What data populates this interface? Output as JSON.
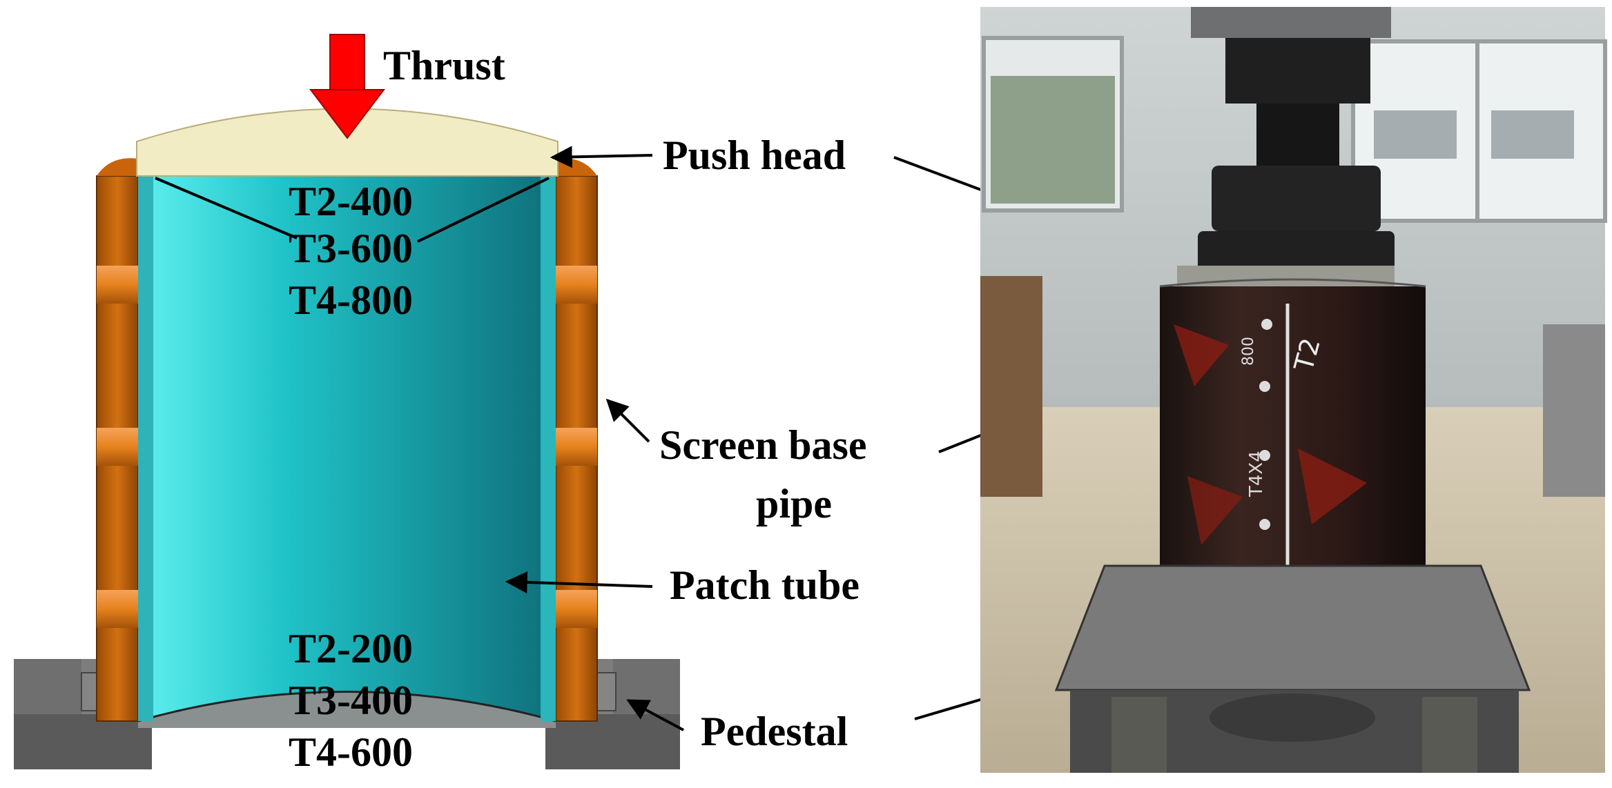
{
  "labels": {
    "thrust": "Thrust",
    "push_head": "Push head",
    "screen_base_pipe_line1": "Screen base",
    "screen_base_pipe_line2": "pipe",
    "patch_tube": "Patch tube",
    "pedestal": "Pedestal"
  },
  "top_specs": [
    "T2-400",
    "T3-600",
    "T4-800"
  ],
  "bottom_specs": [
    "T2-200",
    "T3-400",
    "T4-600"
  ],
  "photo_markings": [
    "T2",
    "800",
    "T4X4"
  ],
  "colors": {
    "thrust_arrow": "#ff0000",
    "push_head": "#f2ecc4",
    "screen_pipe": "#c9640a",
    "patch_tube": "#1fc3c8",
    "pedestal": "#6f6f6f"
  }
}
